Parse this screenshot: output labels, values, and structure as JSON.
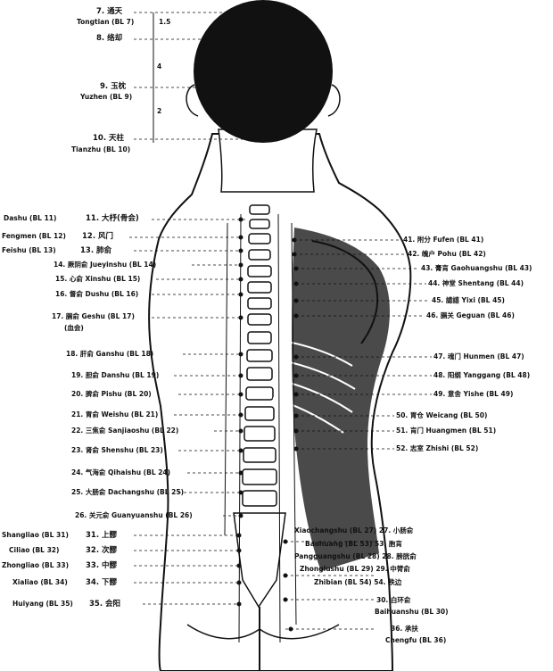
{
  "colors": {
    "ink": "#111111",
    "paper": "#ffffff",
    "shade": "#2a2a2a"
  },
  "head_labels": [
    {
      "id": "bl7a",
      "cn": "7. 通天",
      "en": "Tongtian (BL 7)"
    },
    {
      "id": "bl8",
      "cn": "8. 络却",
      "en": ""
    },
    {
      "id": "bl9",
      "cn": "9. 玉枕",
      "en": "Yuzhen (BL 9)"
    },
    {
      "id": "bl10",
      "cn": "10. 天柱",
      "en": "Tianzhu (BL 10)"
    }
  ],
  "scale_marks": [
    "1.5",
    "4",
    "2"
  ],
  "left_labels": [
    {
      "en": "Dashu (BL 11)",
      "cn": "11. 大杼(骨会)"
    },
    {
      "en": "Fengmen (BL 12)",
      "cn": "12. 风门"
    },
    {
      "en": "Feishu (BL 13)",
      "cn": "13. 肺俞"
    },
    {
      "en": "14. 厥阴俞 Jueyinshu (BL 14)",
      "cn": ""
    },
    {
      "en": "15. 心俞 Xinshu (BL 15)",
      "cn": ""
    },
    {
      "en": "16. 督俞 Dushu (BL 16)",
      "cn": ""
    },
    {
      "en": "17. 膈俞 Geshu (BL 17)",
      "cn": "(血会)"
    },
    {
      "en": "18. 肝俞 Ganshu (BL 18)",
      "cn": ""
    },
    {
      "en": "19. 胆俞 Danshu (BL 19)",
      "cn": ""
    },
    {
      "en": "20. 脾俞 Pishu (BL 20)",
      "cn": ""
    },
    {
      "en": "21. 胃俞 Weishu (BL 21)",
      "cn": ""
    },
    {
      "en": "22. 三焦俞 Sanjiaoshu (BL 22)",
      "cn": ""
    },
    {
      "en": "23. 肾俞 Shenshu (BL 23)",
      "cn": ""
    },
    {
      "en": "24. 气海俞 Qihaishu (BL 24)",
      "cn": ""
    },
    {
      "en": "25. 大肠俞 Dachangshu (BL 25)",
      "cn": ""
    },
    {
      "en": "26. 关元俞 Guanyuanshu (BL 26)",
      "cn": ""
    },
    {
      "en": "Shangliao (BL 31)",
      "cn": "31. 上髎"
    },
    {
      "en": "Ciliao (BL 32)",
      "cn": "32. 次髎"
    },
    {
      "en": "Zhongliao (BL 33)",
      "cn": "33. 中髎"
    },
    {
      "en": "Xialiao (BL 34)",
      "cn": "34. 下髎"
    },
    {
      "en": "Huiyang (BL 35)",
      "cn": "35. 会阳"
    }
  ],
  "right_labels": [
    {
      "text": "41. 附分 Fufen (BL 41)"
    },
    {
      "text": "42. 魄户 Pohu (BL 42)"
    },
    {
      "text": "43. 膏肓 Gaohuangshu (BL 43)"
    },
    {
      "text": "44. 神堂 Shentang (BL 44)"
    },
    {
      "text": "45. 譩譆 Yixi (BL 45)"
    },
    {
      "text": "46. 膈关 Geguan (BL 46)"
    },
    {
      "text": "47. 魂门 Hunmen (BL 47)"
    },
    {
      "text": "48. 阳纲 Yanggang (BL 48)"
    },
    {
      "text": "49. 意舍 Yishe (BL 49)"
    },
    {
      "text": "50. 胃仓 Weicang (BL 50)"
    },
    {
      "text": "51. 肓门 Huangmen (BL 51)"
    },
    {
      "text": "52. 志室 Zhishi (BL 52)"
    }
  ],
  "sacral_right_labels": [
    {
      "text": "Xiaochangshu (BL 27) 27. 小肠俞"
    },
    {
      "text": "Baohuang (BL 53) 53. 胞肓"
    },
    {
      "text": "Pangguangshu (BL 28) 28. 膀胱俞"
    },
    {
      "text": "Zhonglushu (BL 29) 29. 中膂俞"
    },
    {
      "text": "Zhibian (BL 54) 54. 秩边"
    },
    {
      "text": "30. 白环俞"
    },
    {
      "text": "Baihuanshu (BL 30)"
    },
    {
      "text": "36. 承扶"
    },
    {
      "text": "Chengfu (BL 36)"
    }
  ]
}
